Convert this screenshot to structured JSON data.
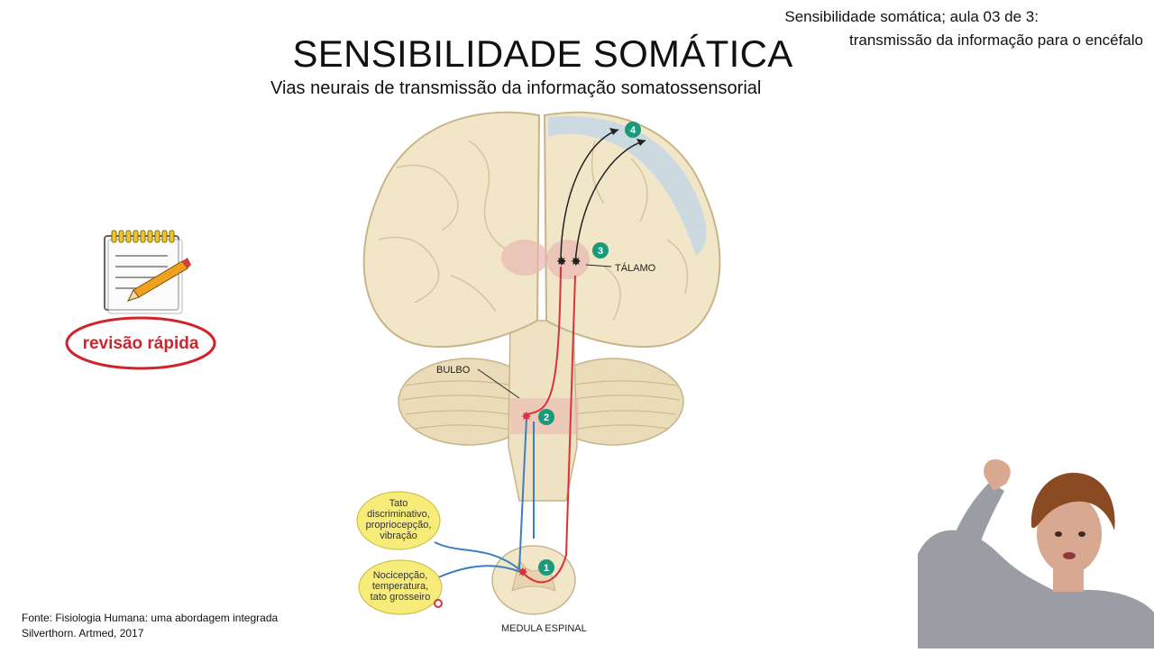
{
  "header": {
    "topright_line1": "Sensibilidade somática; aula 03 de 3:",
    "topright_line2": "transmissão da informação para o encéfalo",
    "title": "SENSIBILIDADE SOMÁTICA",
    "subtitle": "Vias neurais de transmissão da informação somatossensorial"
  },
  "badge": {
    "label": "revisão rápida",
    "icon": "notepad-pencil-icon",
    "accent_color": "#d0242b"
  },
  "figure": {
    "labels": {
      "thalamus": "TÁLAMO",
      "medulla": "BULBO",
      "spinal_cord": "MEDULA ESPINAL"
    },
    "steps": [
      "1",
      "2",
      "3",
      "4"
    ],
    "bubble_top": [
      "Tato",
      "discriminativo,",
      "propriocepção,",
      "vibração"
    ],
    "bubble_bottom": [
      "Nocicepção,",
      "temperatura,",
      "tato grosseiro"
    ],
    "colors": {
      "brain": "#f2e6c8",
      "cortex_highlight": "#c9d7e2",
      "pathway_red": "#d8323a",
      "pathway_blue": "#3c7fbf",
      "step_badge": "#1a9a7a",
      "bubble": "#f7ec7a"
    }
  },
  "source": {
    "line1": "Fonte: Fisiologia Humana: uma abordagem integrada",
    "line2": "Silverthorn. Artmed, 2017"
  }
}
